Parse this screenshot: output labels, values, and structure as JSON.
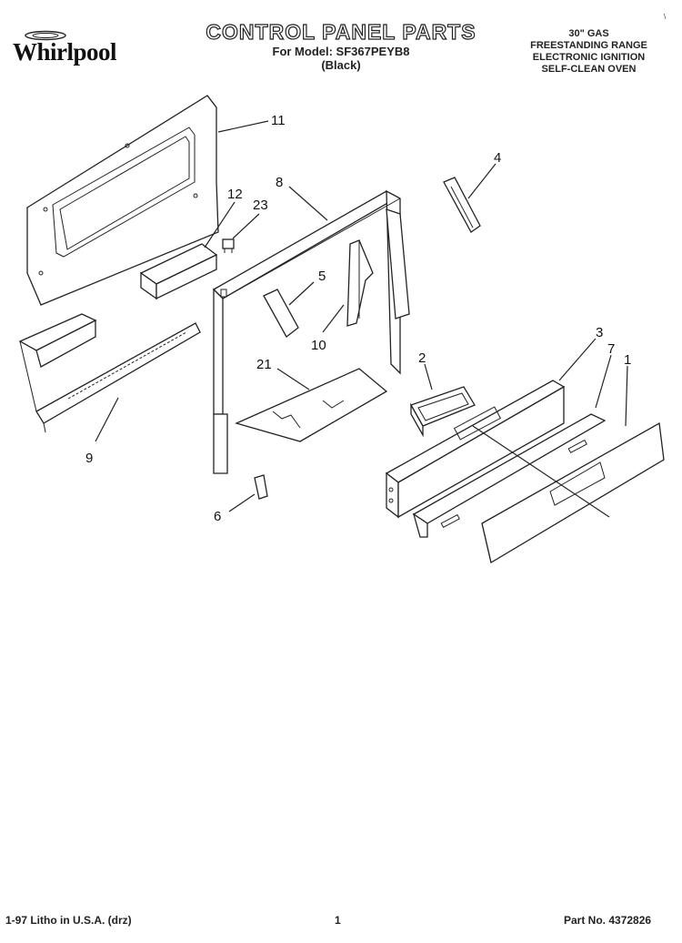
{
  "header": {
    "brand": "Whirlpool",
    "title": "CONTROL PANEL PARTS",
    "model_line": "For Model: SF367PEYB8",
    "color_line": "(Black)",
    "spec_lines": [
      "30\" GAS",
      "FREESTANDING RANGE",
      "ELECTRONIC IGNITION",
      "SELF-CLEAN OVEN"
    ],
    "corner_mark": "\\"
  },
  "callouts": {
    "p1": "1",
    "p2": "2",
    "p3": "3",
    "p4": "4",
    "p5": "5",
    "p6": "6",
    "p7": "7",
    "p8": "8",
    "p9": "9",
    "p10": "10",
    "p11": "11",
    "p12": "12",
    "p21": "21",
    "p23": "23"
  },
  "footer": {
    "left": "1-97 Litho in U.S.A. (drz)",
    "center": "1",
    "right": "Part No. 4372826"
  }
}
